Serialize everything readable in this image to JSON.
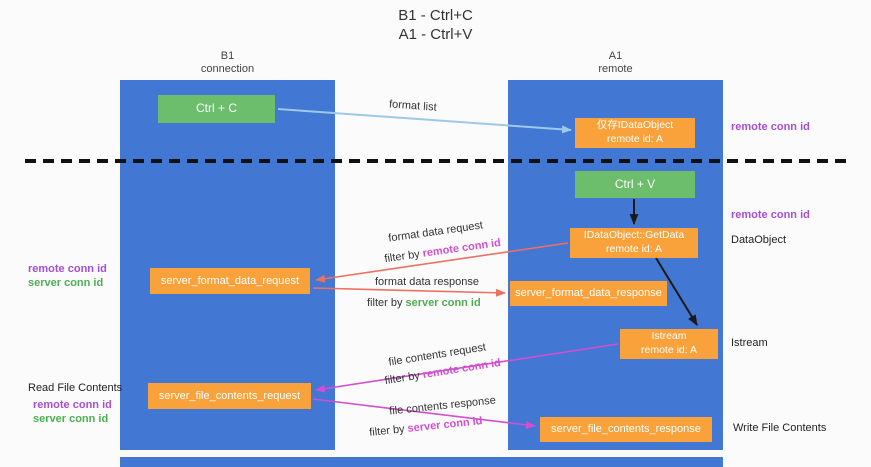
{
  "colors": {
    "lane_blue": "#4277D4",
    "box_green": "#6CBE6C",
    "box_orange": "#F9A13A",
    "purple_text": "#A64FD0",
    "green_text": "#4CAF50",
    "magenta_text": "#D24FD2",
    "salmon_arrow": "#ED7161",
    "light_blue_arrow": "#9DC9E8",
    "black_arrow": "#1A1A1A"
  },
  "title": {
    "line1": "B1 - Ctrl+C",
    "line2": "A1 - Ctrl+V"
  },
  "lanes": {
    "left": {
      "name": "B1",
      "subtitle": "connection"
    },
    "right": {
      "name": "A1",
      "subtitle": "remote"
    }
  },
  "nodes": {
    "ctrl_c": {
      "label": "Ctrl + C"
    },
    "ctrl_v": {
      "label": "Ctrl + V"
    },
    "idataobject": {
      "line1": "仅存IDataObject",
      "line2": "remote id: A"
    },
    "getdata": {
      "line1": "IDataObject::GetData",
      "line2": "remote id: A"
    },
    "istream": {
      "line1": "Istream",
      "line2": "remote id: A"
    },
    "format_request": {
      "label": "server_format_data_request"
    },
    "format_response": {
      "label": "server_format_data_response"
    },
    "file_request": {
      "label": "server_file_contents_request"
    },
    "file_response": {
      "label": "server_file_contents_response"
    }
  },
  "arrow_labels": {
    "format_list": "format list",
    "format_data_request": "format data request",
    "format_data_response": "format data response",
    "file_contents_request": "file contents request",
    "file_contents_response": "file contents response",
    "filter_by": "filter by ",
    "remote_conn_id": "remote conn id",
    "server_conn_id": "server conn id"
  },
  "annotations": {
    "left": [
      {
        "text": "remote conn id"
      },
      {
        "text": "server conn id"
      },
      {
        "text": "Read File Contents"
      },
      {
        "text": "remote conn id"
      },
      {
        "text": "server conn id"
      }
    ],
    "right": [
      {
        "text": "remote conn id"
      },
      {
        "text": "remote conn id"
      },
      {
        "text": "DataObject"
      },
      {
        "text": "Istream"
      },
      {
        "text": "Write File Contents"
      }
    ]
  }
}
